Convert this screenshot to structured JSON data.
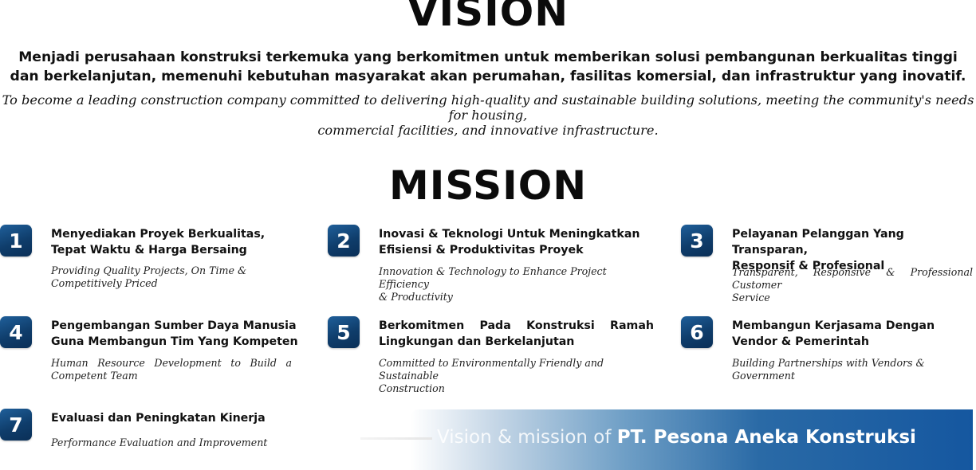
{
  "vision": {
    "title": "VISION",
    "text_id_line1": "Menjadi perusahaan konstruksi terkemuka yang berkomitmen untuk memberikan solusi pembangunan berkualitas tinggi",
    "text_id_line2": "dan berkelanjutan, memenuhi kebutuhan masyarakat akan perumahan, fasilitas komersial, dan infrastruktur yang inovatif.",
    "text_en_line1": "To become a leading construction company committed to delivering high-quality and sustainable building solutions, meeting the community's needs for housing,",
    "text_en_line2": "commercial facilities, and innovative infrastructure."
  },
  "mission": {
    "title": "MISSION",
    "items": [
      {
        "number": "1",
        "title_line1": "Menyediakan Proyek Berkualitas,",
        "title_line2": "Tepat Waktu & Harga Bersaing",
        "sub_line1": "Providing Quality Projects, On Time &",
        "sub_line2": "Competitively Priced"
      },
      {
        "number": "2",
        "title_line1": "Inovasi & Teknologi Untuk Meningkatkan",
        "title_line2": "Efisiensi & Produktivitas Proyek",
        "sub_line1": "Innovation & Technology to Enhance Project Efficiency",
        "sub_line2": "& Productivity"
      },
      {
        "number": "3",
        "title_line1": "Pelayanan Pelanggan Yang Transparan,",
        "title_line2": "Responsif & Profesional",
        "sub_line1": "Transparent, Responsive & Professional Customer",
        "sub_line2": "Service"
      },
      {
        "number": "4",
        "title_line1": "Pengembangan Sumber Daya Manusia",
        "title_line2": "Guna Membangun Tim Yang Kompeten",
        "sub_line1": "Human Resource Development to Build a",
        "sub_line2": "Competent Team"
      },
      {
        "number": "5",
        "title_line1": "Berkomitmen Pada Konstruksi Ramah",
        "title_line2": "Lingkungan dan Berkelanjutan",
        "sub_line1": "Committed to Environmentally Friendly and Sustainable",
        "sub_line2": "Construction"
      },
      {
        "number": "6",
        "title_line1": "Membangun Kerjasama Dengan",
        "title_line2": "Vendor & Pemerintah",
        "sub_line1": "Building Partnerships with Vendors &",
        "sub_line2": "Government"
      },
      {
        "number": "7",
        "title_line1": "Evaluasi dan Peningkatan Kinerja",
        "sub_line1": "Performance Evaluation and Improvement"
      }
    ]
  },
  "banner": {
    "text_light": "Vision & mission of ",
    "text_bold": "PT. Pesona Aneka Konstruksi"
  },
  "colors": {
    "badge": "#0f3d6b",
    "banner_end": "#1557a0"
  }
}
